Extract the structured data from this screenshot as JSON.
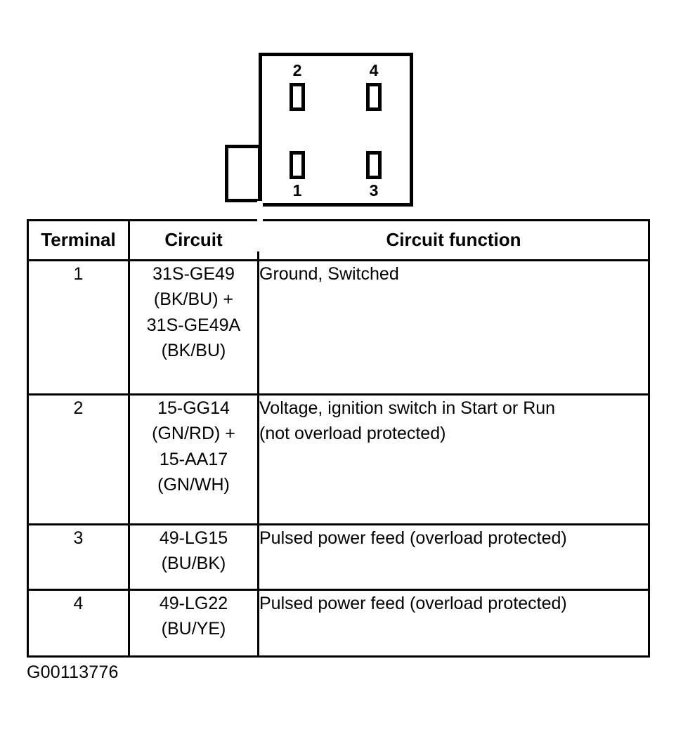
{
  "connector": {
    "name": "4-way connector face view",
    "terminals": [
      {
        "id": "2",
        "position": "top-left"
      },
      {
        "id": "4",
        "position": "top-right"
      },
      {
        "id": "1",
        "position": "bottom-left"
      },
      {
        "id": "3",
        "position": "bottom-right"
      }
    ]
  },
  "table": {
    "headers": [
      "Terminal",
      "Circuit",
      "Circuit function"
    ],
    "rows": [
      {
        "terminal": "1",
        "circuit": "31S-GE49\n(BK/BU) +\n31S-GE49A\n(BK/BU)",
        "function": "Ground, Switched"
      },
      {
        "terminal": "2",
        "circuit": "15-GG14\n(GN/RD) +\n15-AA17\n(GN/WH)",
        "function": "Voltage, ignition switch in Start or Run\n(not overload protected)"
      },
      {
        "terminal": "3",
        "circuit": "49-LG15\n(BU/BK)",
        "function": "Pulsed power feed (overload protected)"
      },
      {
        "terminal": "4",
        "circuit": "49-LG22\n(BU/YE)",
        "function": "Pulsed power feed (overload protected)"
      }
    ]
  },
  "caption": "G00113776",
  "colors": {
    "ink": "#000000",
    "background": "#ffffff"
  }
}
